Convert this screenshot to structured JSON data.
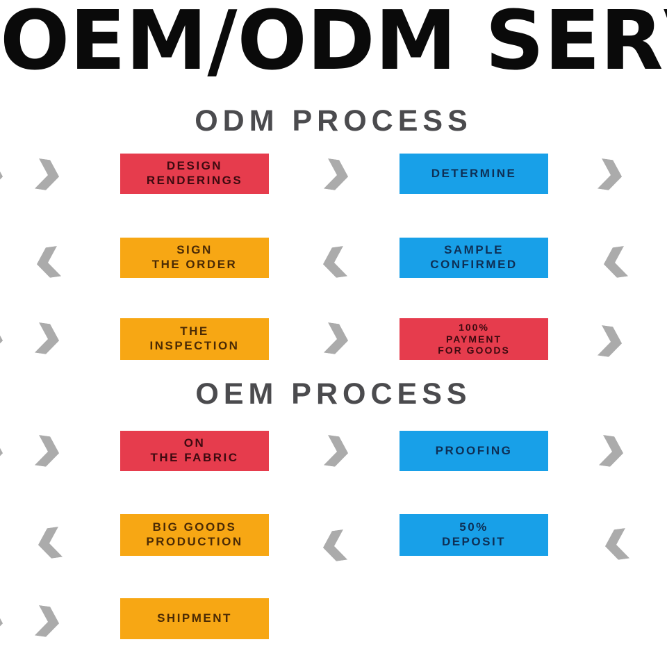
{
  "title": "OEM/ODM SERVICE",
  "colors": {
    "red": "#e63c4d",
    "blue": "#18a0e8",
    "orange": "#f7a714",
    "chevron": "#ababab",
    "heading": "#4b4b4e",
    "red_text": "#3d0a10",
    "blue_text": "#0e2f55",
    "orange_text": "#4a2a05",
    "title_text": "#0a0a0a",
    "background": "#ffffff"
  },
  "odm": {
    "heading": "ODM PROCESS",
    "steps": [
      {
        "label": "DESIGN\nRENDERINGS",
        "bg": "#e63c4d",
        "fg": "#3d0a10"
      },
      {
        "label": "DETERMINE",
        "bg": "#18a0e8",
        "fg": "#0e2f55"
      },
      {
        "label": "SIGN\nTHE ORDER",
        "bg": "#f7a714",
        "fg": "#4a2a05"
      },
      {
        "label": "SAMPLE\nCONFIRMED",
        "bg": "#18a0e8",
        "fg": "#0e2f55"
      },
      {
        "label": "THE\nINSPECTION",
        "bg": "#f7a714",
        "fg": "#4a2a05"
      },
      {
        "label": "100%\nPAYMENT\nFOR GOODS",
        "bg": "#e63c4d",
        "fg": "#3d0a10"
      }
    ]
  },
  "oem": {
    "heading": "OEM PROCESS",
    "steps": [
      {
        "label": "ON\nTHE FABRIC",
        "bg": "#e63c4d",
        "fg": "#3d0a10"
      },
      {
        "label": "PROOFING",
        "bg": "#18a0e8",
        "fg": "#0e2f55"
      },
      {
        "label": "BIG GOODS\nPRODUCTION",
        "bg": "#f7a714",
        "fg": "#4a2a05"
      },
      {
        "label": "50%\nDEPOSIT",
        "bg": "#18a0e8",
        "fg": "#0e2f55"
      },
      {
        "label": "SHIPMENT",
        "bg": "#f7a714",
        "fg": "#4a2a05"
      }
    ]
  }
}
